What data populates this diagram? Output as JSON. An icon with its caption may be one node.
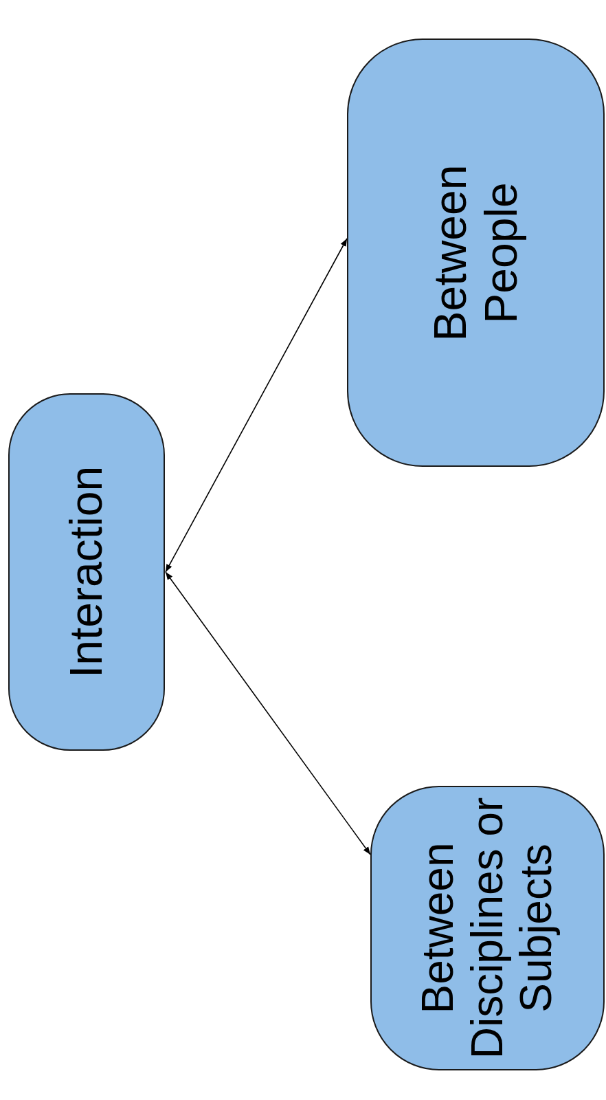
{
  "diagram": {
    "nodes": [
      {
        "text": [
          "Interaction"
        ]
      },
      {
        "text": [
          "Between People"
        ]
      },
      {
        "text": [
          "Between Disciplines or Subjects"
        ]
      }
    ],
    "edges": [
      {
        "from": 0,
        "to": 1,
        "arrow": "both"
      },
      {
        "from": 0,
        "to": 2,
        "arrow": "both"
      }
    ]
  }
}
